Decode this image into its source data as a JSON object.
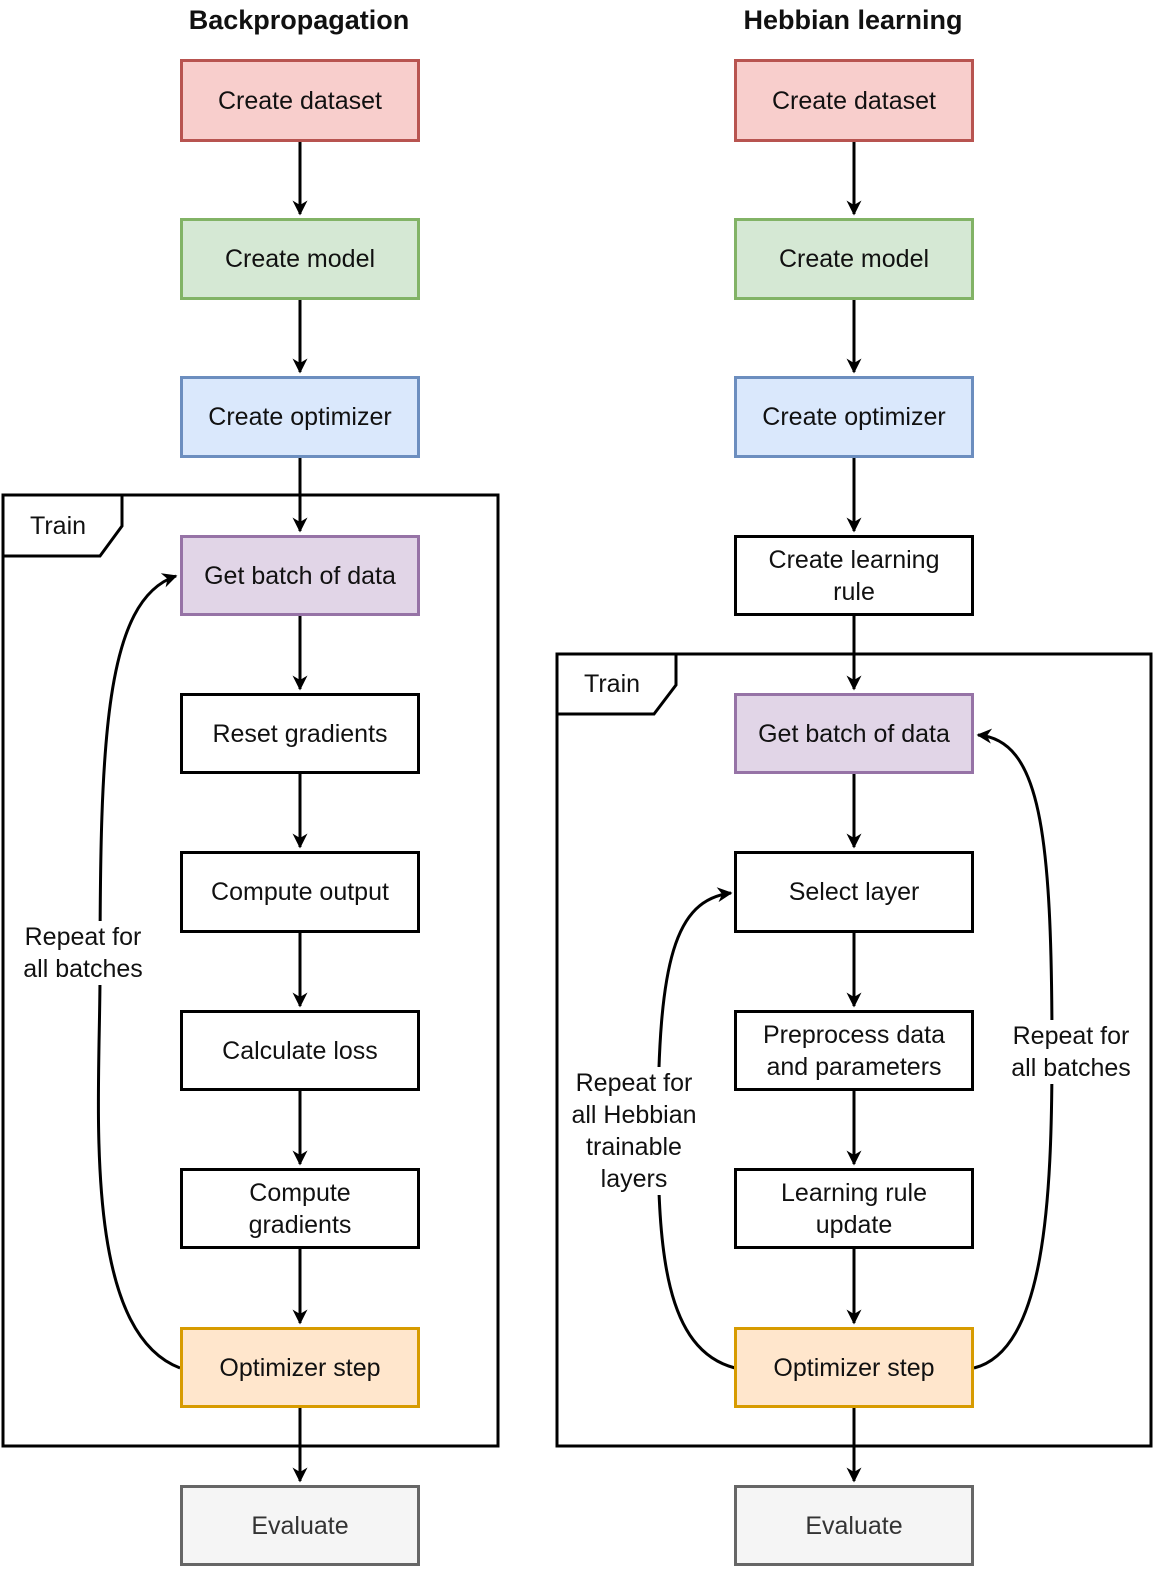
{
  "left": {
    "title": "Backpropagation",
    "frame_label": "Train",
    "loop_label": "Repeat for\nall batches",
    "steps": [
      "Create dataset",
      "Create model",
      "Create optimizer",
      "Get batch of data",
      "Reset gradients",
      "Compute output",
      "Calculate loss",
      "Compute\ngradients",
      "Optimizer step",
      "Evaluate"
    ]
  },
  "right": {
    "title": "Hebbian learning",
    "frame_label": "Train",
    "batch_loop_label": "Repeat for\nall batches",
    "layer_loop_label": "Repeat for\nall Hebbian\ntrainable\nlayers",
    "steps": [
      "Create dataset",
      "Create model",
      "Create optimizer",
      "Create learning\nrule",
      "Get batch of data",
      "Select layer",
      "Preprocess data\nand parameters",
      "Learning rule\nupdate",
      "Optimizer step",
      "Evaluate"
    ]
  },
  "colors": {
    "dataset": "#f8cecc",
    "model": "#d5e8d4",
    "optimizer": "#dae8fc",
    "batch": "#e1d5e7",
    "step": "#ffe6cc",
    "evaluate": "#f5f5f5"
  }
}
